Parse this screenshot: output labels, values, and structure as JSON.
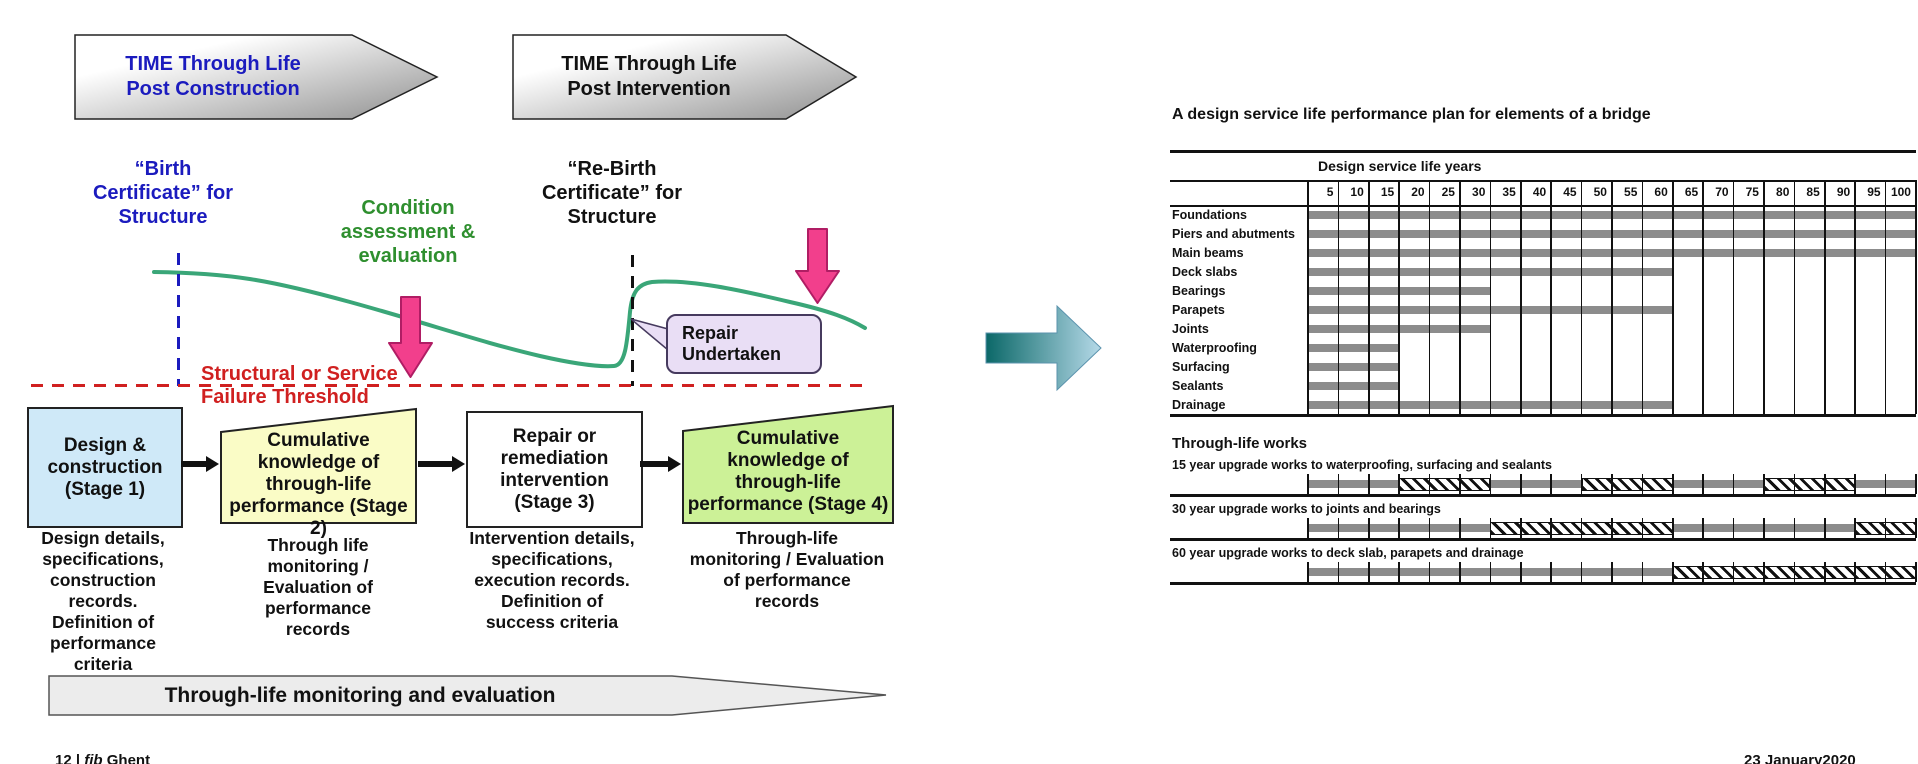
{
  "slide": {
    "footer_left_num": "12 |",
    "footer_left_org": "fib",
    "footer_left_place": "Ghent",
    "footer_right": "23 January2020"
  },
  "colors": {
    "blue_text": "#1b1bbe",
    "green_text": "#2f8f2f",
    "red_threshold": "#d02020",
    "curve_green": "#3aa678",
    "pink_arrow": "#f23f8c",
    "stage1_fill": "#cfe9f8",
    "stage2_fill": "#fafcc6",
    "stage3_fill": "#ffffff",
    "stage4_fill": "#ccf197",
    "callout_fill": "#e9def5",
    "gantt_bar_gray": "#8c8c8c",
    "big_arrow_teal": "#0b6868"
  },
  "left_diagram": {
    "time_arrow_post_construction": "TIME Through Life\nPost Construction",
    "time_arrow_post_intervention": "TIME Through Life\nPost Intervention",
    "birth_certificate_label": "“Birth\nCertificate” for\nStructure",
    "condition_assessment_label": "Condition\nassessment &\nevaluation",
    "rebirth_certificate_label": "“Re-Birth\nCertificate” for\nStructure",
    "failure_threshold_label": "Structural or Service\nFailure Threshold",
    "repair_undertaken_label": "Repair\nUndertaken",
    "stages": [
      {
        "label": "Design &\nconstruction\n(Stage 1)",
        "note": "Design details,\nspecifications,\nconstruction\nrecords.\nDefinition of\nperformance\ncriteria"
      },
      {
        "label": "Cumulative\nknowledge of\nthrough-life\nperformance (Stage 2)",
        "note": "Through life\nmonitoring /\nEvaluation of\nperformance\nrecords"
      },
      {
        "label": "Repair or\nremediation\nintervention\n(Stage 3)",
        "note": "Intervention details,\nspecifications,\nexecution records.\nDefinition of\nsuccess criteria"
      },
      {
        "label": "Cumulative\nknowledge of\nthrough-life\nperformance (Stage 4)",
        "note": "Through-life\nmonitoring / Evaluation\nof performance\nrecords"
      }
    ],
    "bottom_arrow_label": "Through-life monitoring and evaluation"
  },
  "chart_data": {
    "type": "gantt-table",
    "title": "A design service life performance plan for elements of a bridge",
    "column_group_header": "Design service life years",
    "year_columns": [
      5,
      10,
      15,
      20,
      25,
      30,
      35,
      40,
      45,
      50,
      55,
      60,
      65,
      70,
      75,
      80,
      85,
      90,
      95,
      100
    ],
    "axis_range_years": [
      0,
      100
    ],
    "elements": [
      {
        "name": "Foundations",
        "design_service_life_years": 100
      },
      {
        "name": "Piers and abutments",
        "design_service_life_years": 100
      },
      {
        "name": "Main beams",
        "design_service_life_years": 100
      },
      {
        "name": "Deck slabs",
        "design_service_life_years": 60
      },
      {
        "name": "Bearings",
        "design_service_life_years": 30
      },
      {
        "name": "Parapets",
        "design_service_life_years": 60
      },
      {
        "name": "Joints",
        "design_service_life_years": 30
      },
      {
        "name": "Waterproofing",
        "design_service_life_years": 15
      },
      {
        "name": "Surfacing",
        "design_service_life_years": 15
      },
      {
        "name": "Sealants",
        "design_service_life_years": 15
      },
      {
        "name": "Drainage",
        "design_service_life_years": 60
      }
    ],
    "through_life_works": {
      "heading": "Through-life works",
      "rows": [
        {
          "label": "15 year upgrade works to waterproofing, surfacing and sealants",
          "base_bar_years": [
            0,
            100
          ],
          "hatched_periods": [
            [
              15,
              30
            ],
            [
              45,
              60
            ],
            [
              75,
              90
            ]
          ]
        },
        {
          "label": "30 year upgrade works to joints and bearings",
          "base_bar_years": [
            0,
            100
          ],
          "hatched_periods": [
            [
              30,
              60
            ],
            [
              90,
              100
            ]
          ]
        },
        {
          "label": "60 year upgrade works to deck slab, parapets and drainage",
          "base_bar_years": [
            0,
            100
          ],
          "hatched_periods": [
            [
              60,
              100
            ]
          ]
        }
      ]
    }
  }
}
